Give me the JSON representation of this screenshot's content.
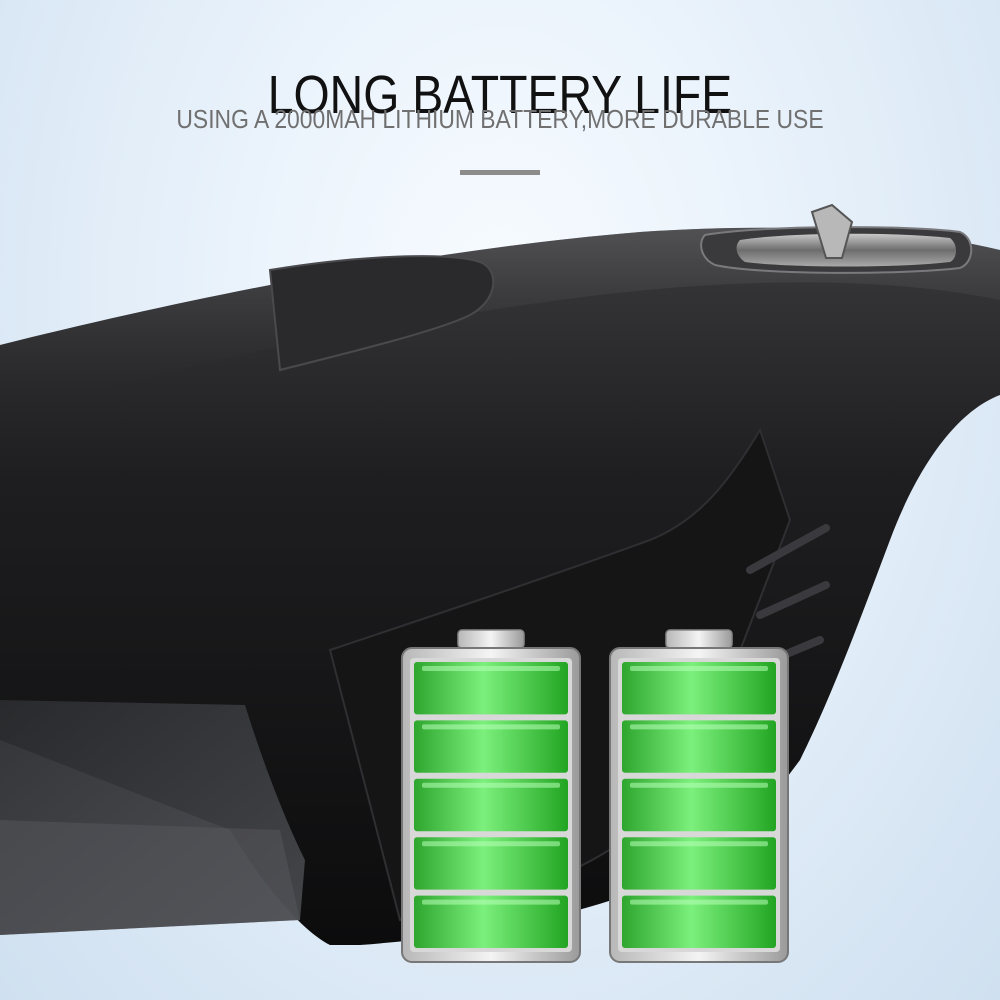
{
  "header": {
    "title": "LONG BATTERY LIFE",
    "subtitle": "USING A 2000MAH LITHIUM BATTERY,MORE DURABLE USE"
  },
  "colors": {
    "background": "#e9f2fb",
    "title": "#111111",
    "subtitle": "#707070",
    "divider": "#8c8c8c",
    "product_body": "#1a1a1a",
    "battery_green": "#3cc83c"
  },
  "batteries": [
    {
      "icon": "battery-full-icon",
      "charge_level": 1.0,
      "segments": 5
    },
    {
      "icon": "battery-full-icon",
      "charge_level": 1.0,
      "segments": 5
    }
  ],
  "product": {
    "icon": "handheld-vacuum-icon"
  }
}
